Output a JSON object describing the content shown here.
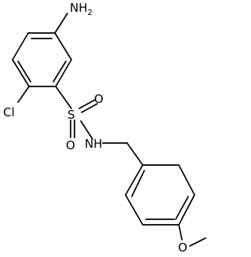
{
  "molecule": {
    "atoms": {
      "amino": "NH2",
      "amino_base": "NH",
      "amino_subscript": "2",
      "chloro": "Cl",
      "sulfur": "S",
      "oxygen_upper": "O",
      "oxygen_lower": "O",
      "amide_nitrogen": "NH",
      "methoxy_oxygen": "O"
    }
  }
}
